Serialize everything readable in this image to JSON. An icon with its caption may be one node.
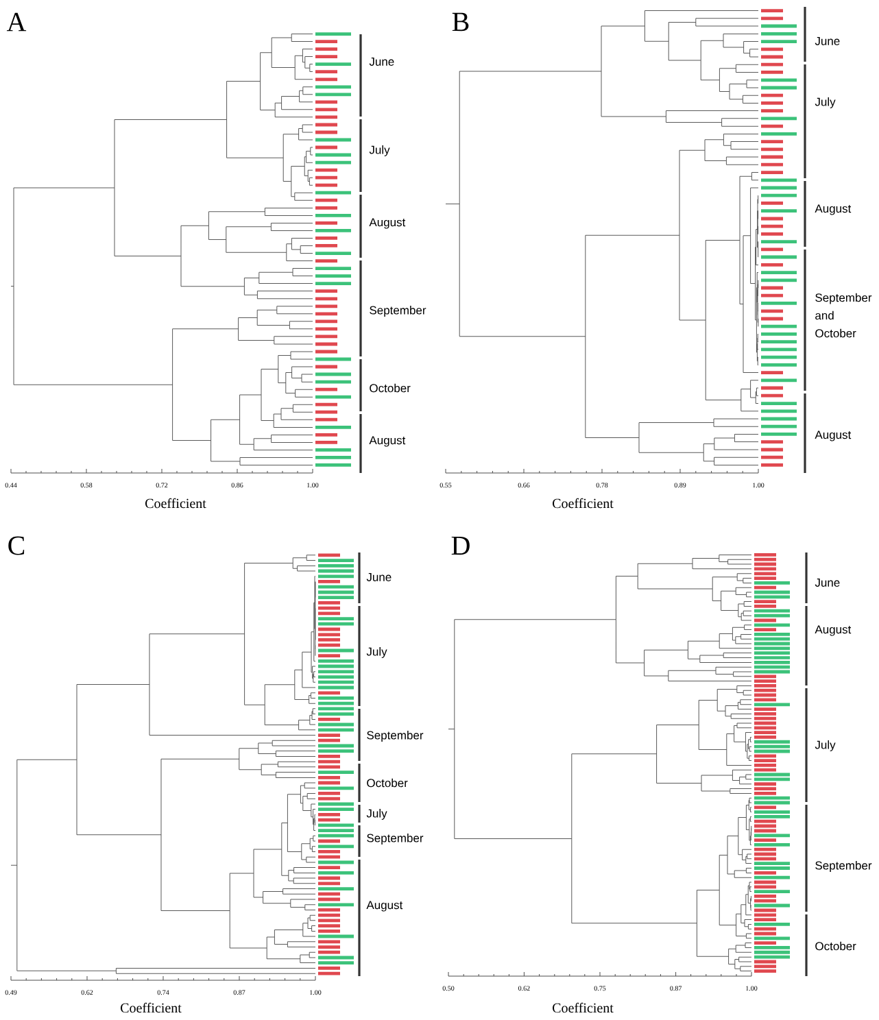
{
  "diagram": {
    "labels": [
      "A",
      "June",
      "July",
      "August",
      "September",
      "October",
      "August",
      "0.44",
      "0.58",
      "0.72",
      "0.86",
      "1.00",
      "Coefficient",
      "B",
      "June",
      "July",
      "August",
      "September and October",
      "August",
      "0.55",
      "0.66",
      "0.78",
      "0.89",
      "1.00",
      "Coefficient",
      "C",
      "June",
      "July",
      "September",
      "October",
      "July",
      "September",
      "August",
      "0.49",
      "0.62",
      "0.74",
      "0.87",
      "1.00",
      "Coefficient",
      "D",
      "June",
      "August",
      "July",
      "September",
      "October",
      "0.50",
      "0.62",
      "0.75",
      "0.87",
      "1.00",
      "Coefficient"
    ]
  }
}
